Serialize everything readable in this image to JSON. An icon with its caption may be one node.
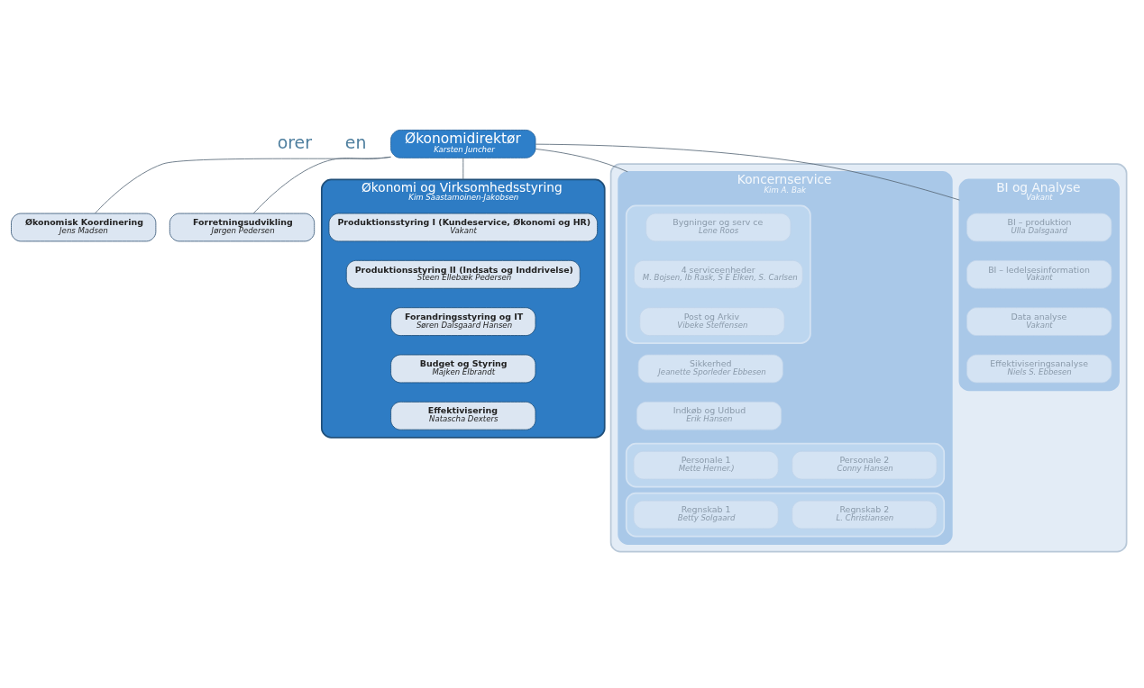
{
  "diagram": {
    "nodes": [
      {
        "text": [
          "Økonomidirektør",
          "Karsten Juncher"
        ]
      },
      {
        "text": [
          "Økonomisk Koordinering",
          "Jens Madsen"
        ]
      },
      {
        "text": [
          "Forretningsudvikling",
          "Jørgen Pedersen"
        ]
      },
      {
        "text": [
          "Økonomi og Virksomhedsstyring",
          "Kim Saastamoinen-Jakobsen"
        ]
      },
      {
        "text": [
          "Produktionsstyring I (Kundeservice, Økonomi og HR)",
          "Vakant"
        ],
        "in": 3
      },
      {
        "text": [
          "Produktionsstyring II (Indsats og Inddrivelse)",
          "Steen Ellebæk Pedersen"
        ],
        "in": 3
      },
      {
        "text": [
          "Forandringsstyring og IT",
          "Søren Dalsgaard Hansen"
        ],
        "in": 3
      },
      {
        "text": [
          "Budget og Styring",
          "Majken Elbrandt"
        ],
        "in": 3
      },
      {
        "text": [
          "Effektivisering",
          "Natascha Dexters"
        ],
        "in": 3
      },
      {
        "text": [],
        "shape": "box"
      },
      {
        "text": [
          "BI og Analyse",
          "Vakant"
        ],
        "in": 9
      },
      {
        "text": [
          "BI – produktion",
          "Ulla Dalsgaard"
        ],
        "in": 10
      },
      {
        "text": [
          "BI – ledelsesinformation",
          "Vakant"
        ],
        "in": 10
      },
      {
        "text": [
          "Data analyse",
          "Vakant"
        ],
        "in": 10
      },
      {
        "text": [
          "Effektiviseringsanalyse",
          "Niels S. Ebbesen"
        ],
        "in": 10
      },
      {
        "text": [
          "Koncernservice",
          "Kim A. Bak"
        ],
        "in": 9
      },
      {
        "text": [],
        "shape": "box",
        "in": 15
      },
      {
        "text": [
          "Bygninger og serv ce",
          "Lene Roos"
        ],
        "in": 16
      },
      {
        "text": [
          "4 serviceenheder",
          "M. Bojsen, Ib Rask, S E Elken, S. Carlsen"
        ],
        "in": 16
      },
      {
        "text": [
          "Post og Arkiv",
          "Vibeke Steffensen"
        ],
        "in": 16
      },
      {
        "text": [
          "Sikkerhed",
          "Jeanette Sporleder Ebbesen"
        ],
        "in": 15
      },
      {
        "text": [
          "Indkøb og Udbud",
          "Erik Hansen"
        ],
        "in": 15
      },
      {
        "text": [],
        "shape": "box",
        "in": 15
      },
      {
        "text": [
          "Personale 1",
          "Mette Herner.)"
        ],
        "in": 22
      },
      {
        "text": [
          "Personale 2",
          "Conny Hansen"
        ],
        "in": 22
      },
      {
        "text": [],
        "shape": "box",
        "in": 15
      },
      {
        "text": [
          "Regnskab 1",
          "Betty Solgaard"
        ],
        "in": 25
      },
      {
        "text": [
          "Regnskab 2",
          "L. Christiansen"
        ],
        "in": 25
      }
    ],
    "edges": [
      {
        "from": 0,
        "to": 1,
        "arrow": "none"
      },
      {
        "from": 0,
        "to": 2,
        "arrow": "none"
      },
      {
        "from": 0,
        "to": 3,
        "arrow": "none"
      },
      {
        "from": 0,
        "to": 10,
        "arrow": "none"
      },
      {
        "from": 0,
        "to": 15,
        "arrow": "none"
      }
    ],
    "labels": [
      "orer",
      "en"
    ]
  }
}
